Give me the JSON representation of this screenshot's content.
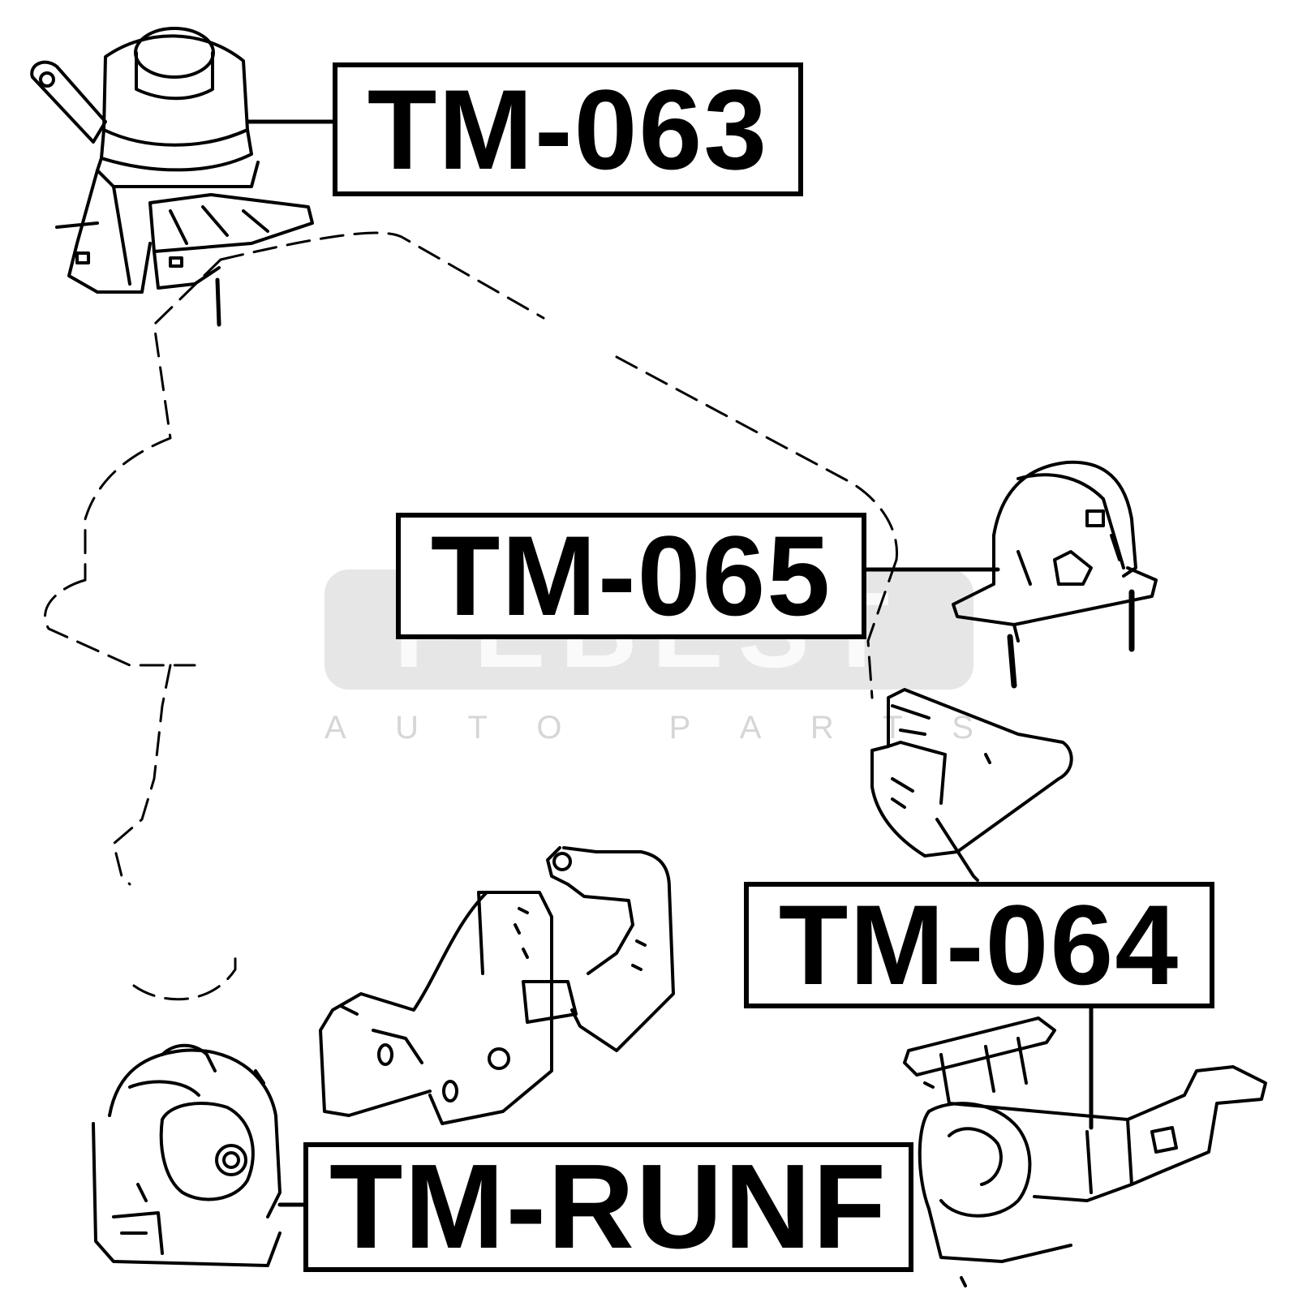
{
  "labels": {
    "tm063": "TM-063",
    "tm065": "TM-065",
    "tm064": "TM-064",
    "tmrunf": "TM-RUNF"
  },
  "watermark": {
    "logo": "FEBEST",
    "subtitle_letters": [
      "A",
      "U",
      "T",
      "O",
      "P",
      "A",
      "R",
      "T",
      "S"
    ]
  },
  "colors": {
    "line": "#000000",
    "watermark_fill": "#e6e6e6",
    "watermark_text": "#d6d6d6",
    "background": "#ffffff"
  }
}
